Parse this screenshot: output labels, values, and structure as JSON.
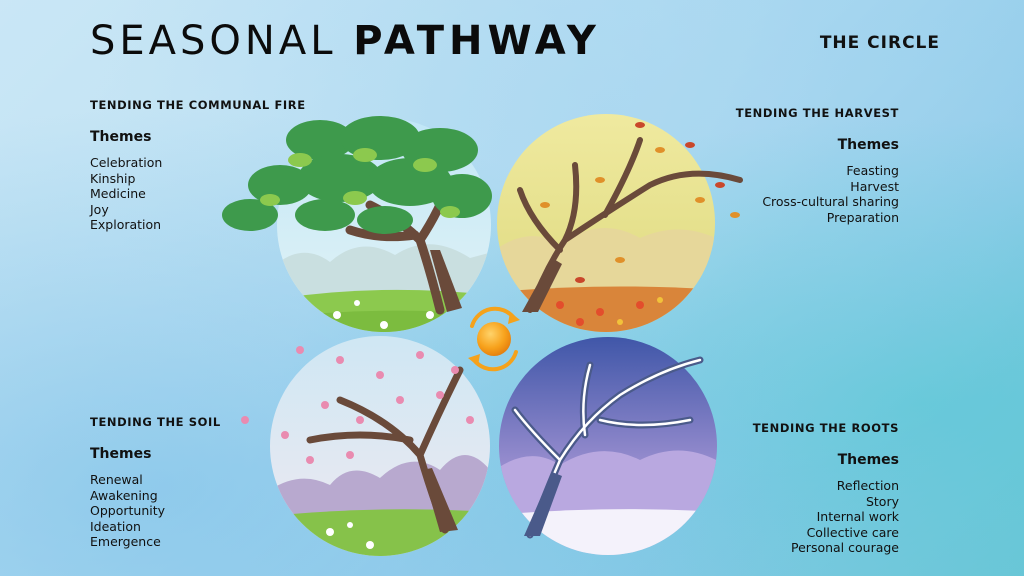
{
  "header": {
    "title_light": "SEASONAL",
    "title_bold": "PATHWAY",
    "subtitle": "THE CIRCLE"
  },
  "quadrants": {
    "top_left": {
      "heading": "TENDING THE COMMUNAL FIRE",
      "themes_label": "Themes",
      "items": [
        "Celebration",
        "Kinship",
        "Medicine",
        "Joy",
        "Exploration"
      ]
    },
    "top_right": {
      "heading": "TENDING THE HARVEST",
      "themes_label": "Themes",
      "items": [
        "Feasting",
        "Harvest",
        "Cross-cultural sharing",
        "Preparation"
      ]
    },
    "bottom_left": {
      "heading": "TENDING THE SOIL",
      "themes_label": "Themes",
      "items": [
        "Renewal",
        "Awakening",
        "Opportunity",
        "Ideation",
        "Emergence"
      ]
    },
    "bottom_right": {
      "heading": "TENDING THE ROOTS",
      "themes_label": "Themes",
      "items": [
        "Reflection",
        "Story",
        "Internal work",
        "Collective care",
        "Personal courage"
      ]
    }
  },
  "colors": {
    "summer": "#3e9a4c",
    "autumn": "#e0902a",
    "spring": "#e98bb0",
    "winter": "#5570b0",
    "sun": "#f5a21b"
  },
  "icons": {
    "summer": "summer-tree-icon",
    "autumn": "autumn-tree-icon",
    "spring": "spring-tree-icon",
    "winter": "winter-tree-icon",
    "center": "sun-cycle-icon"
  }
}
